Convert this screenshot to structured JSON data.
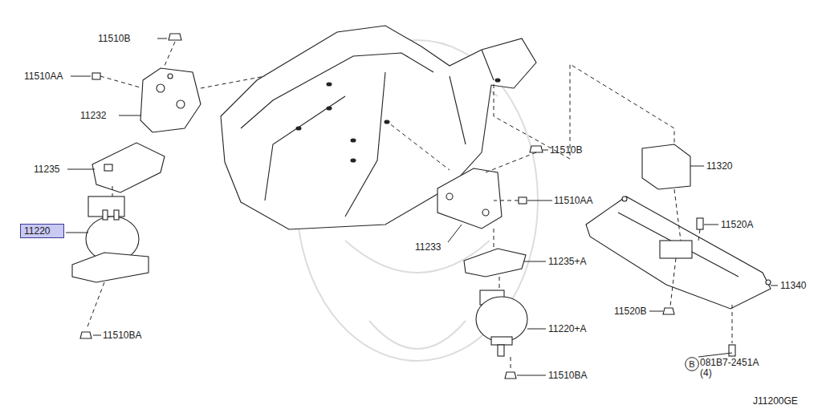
{
  "diagram": {
    "nodes": [
      {
        "text": [
          "11220"
        ]
      },
      {
        "text": [
          "B"
        ]
      }
    ],
    "labels": [
      "11510B",
      "11510AA",
      "11232",
      "11235",
      "11510BA",
      "11510B",
      "11510AA",
      "11233",
      "11235+A",
      "11220+A",
      "11510BA",
      "11320",
      "11520A",
      "11340",
      "11520B",
      "081B7-2451A",
      "(4)",
      "J11200GE"
    ]
  }
}
